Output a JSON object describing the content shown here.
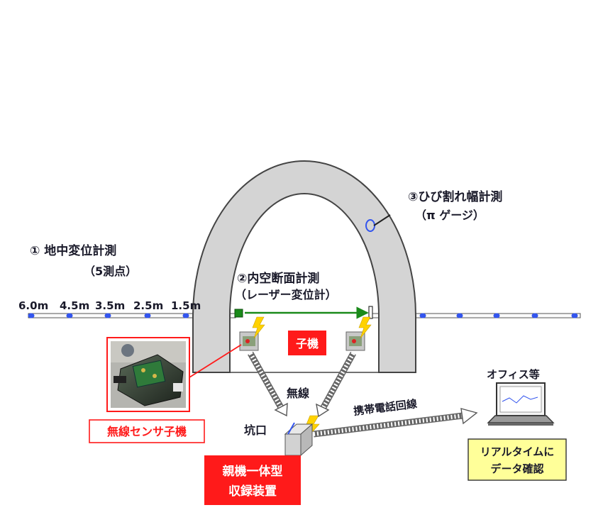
{
  "labels": {
    "m1_line1": "① 地中変位計測",
    "m1_line2": "（5測点）",
    "m2_line1": "②内空断面計測",
    "m2_line2": "（レーザー変位計）",
    "m3_line1": "③ひび割れ幅計測",
    "m3_line2": "（π ゲージ）",
    "distances": [
      "6.0m",
      "4.5m",
      "3.5m",
      "2.5m",
      "1.5m"
    ],
    "child_unit": "子機",
    "wireless": "無線",
    "wireless_sensor_child": "無線センサ子機",
    "portal": "坑口",
    "mobile_line": "携帯電話回線",
    "office": "オフィス等",
    "parent_line1": "親機一体型",
    "parent_line2": "収録装置",
    "realtime_line1": "リアルタイムに",
    "realtime_line2": "データ確認"
  },
  "colors": {
    "tunnel": "#d4d4d4",
    "tunnel_outline": "#444444",
    "red_box": "#ff1a1a",
    "yellow_box": "#ffff99",
    "laser_green": "#1a8a1a",
    "sensor_blue": "#3355ee",
    "bolt_yellow": "#ffd200"
  },
  "icons": [
    "lightning-icon",
    "laptop-icon",
    "sensor-box-icon",
    "crack-gauge-icon",
    "laser-emitter-icon",
    "sensor-photo"
  ]
}
